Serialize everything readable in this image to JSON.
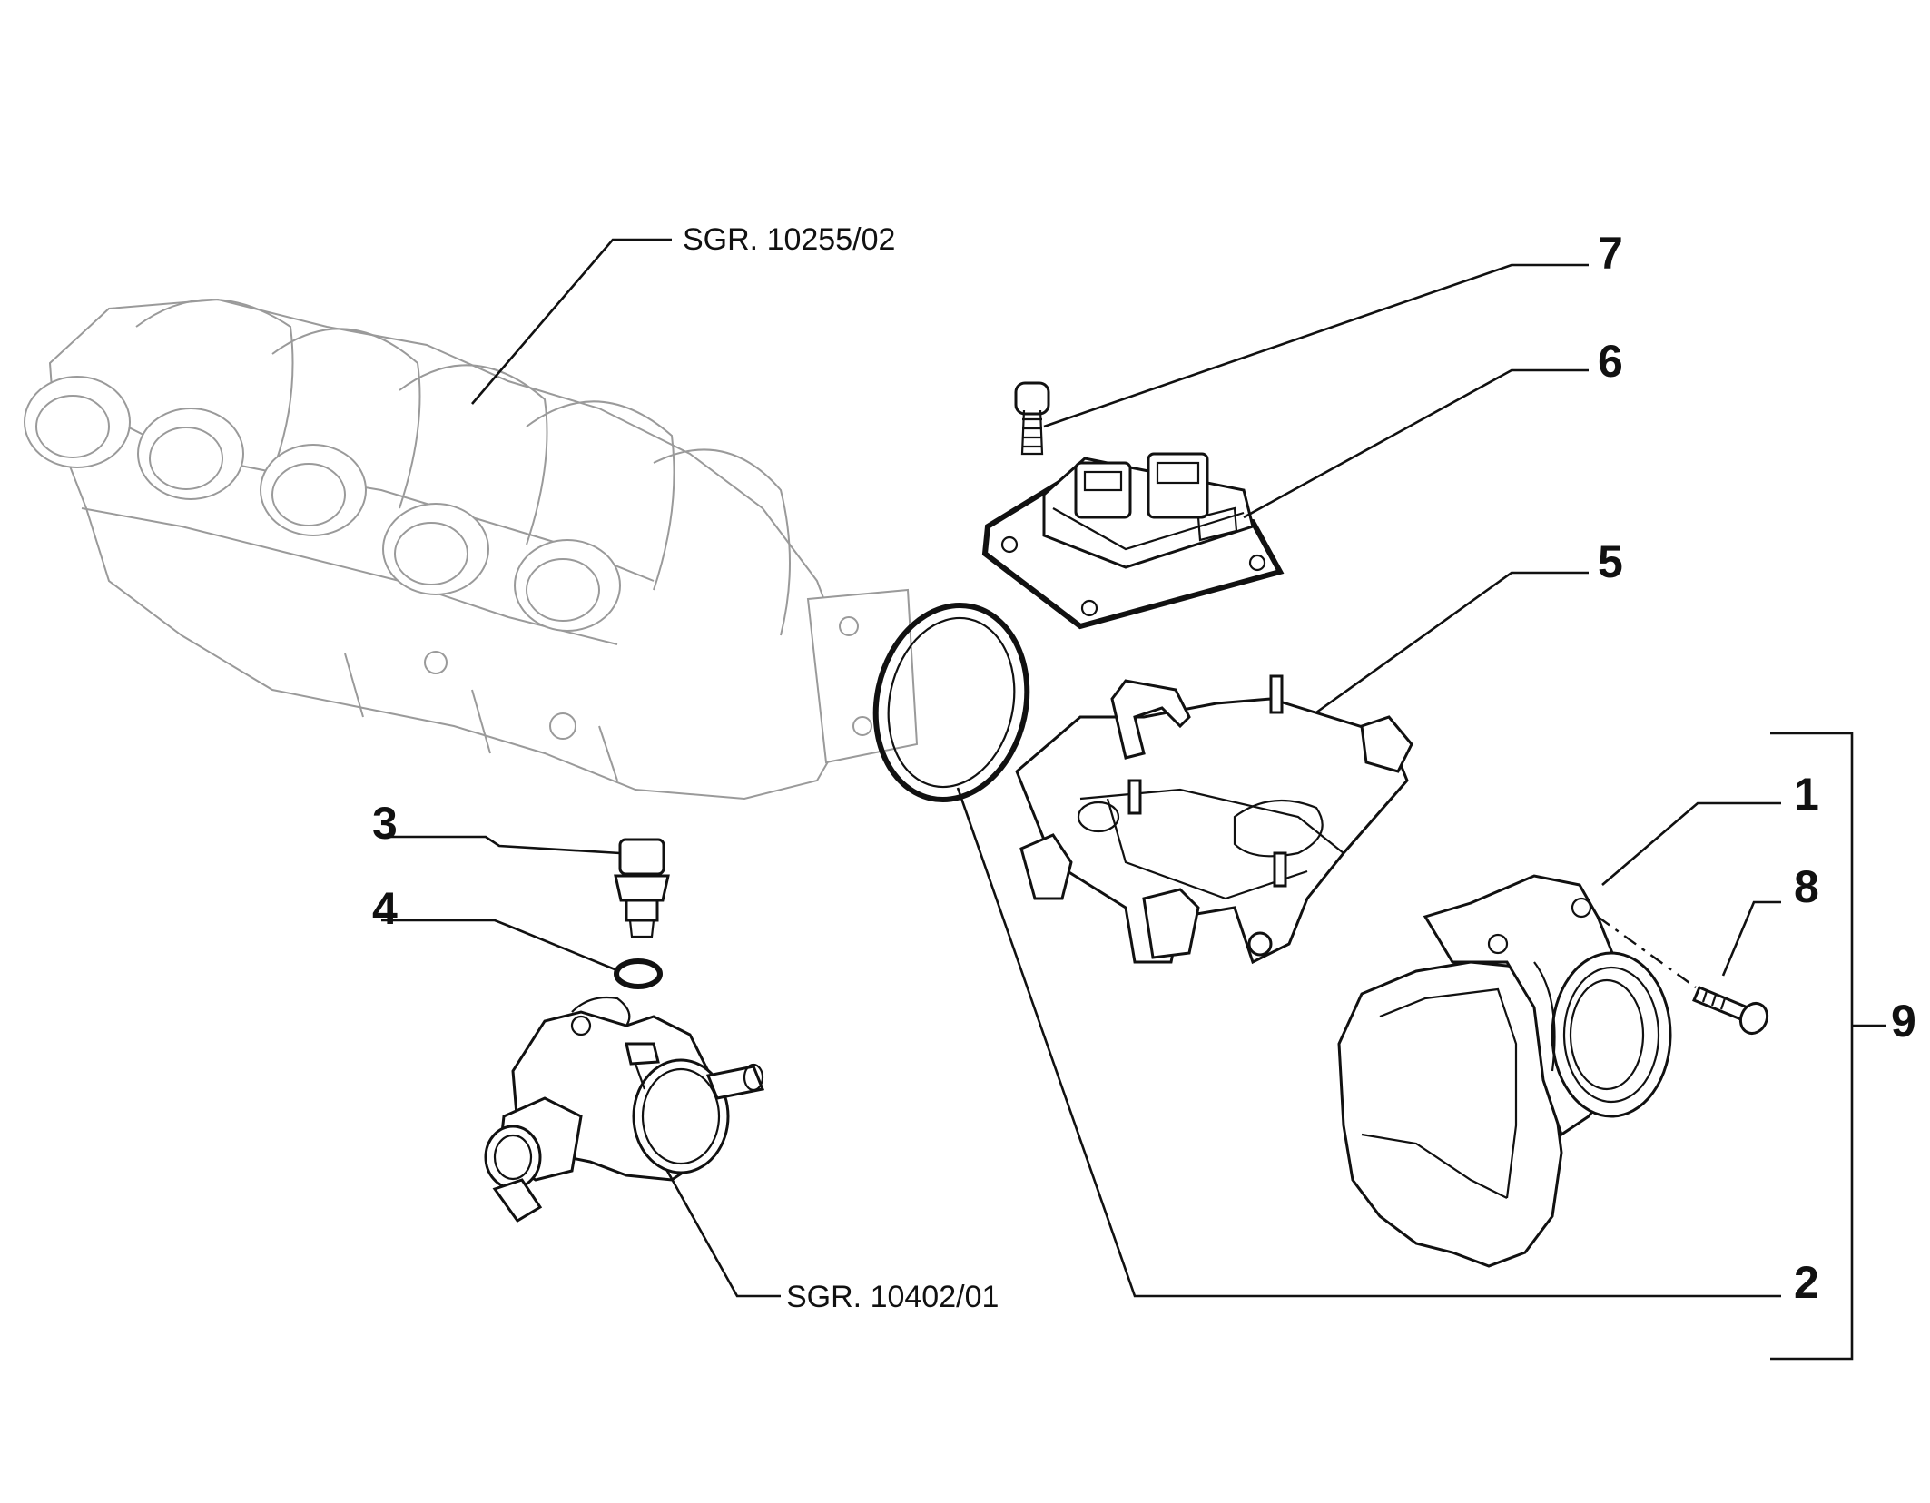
{
  "references": {
    "manifold": "SGR. 10255/02",
    "thermostat": "SGR. 10402/01"
  },
  "callouts": {
    "c1": "1",
    "c2": "2",
    "c3": "3",
    "c4": "4",
    "c5": "5",
    "c6": "6",
    "c7": "7",
    "c8": "8",
    "c9": "9"
  }
}
